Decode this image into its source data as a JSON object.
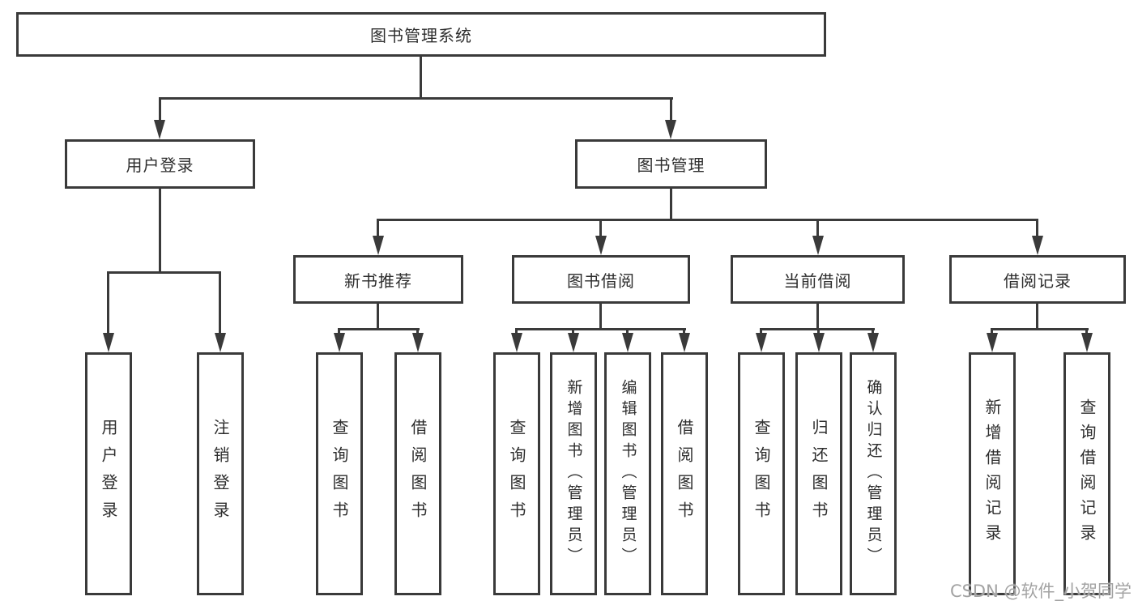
{
  "diagram_type": "hierarchy-tree",
  "colors": {
    "line": "#3a3a3a",
    "box_background": "#ffffff",
    "text": "#2d2d2d",
    "watermark_text": "#a3a3a3"
  },
  "tree": {
    "root": {
      "label": "图书管理系统",
      "children": [
        {
          "label": "用户登录",
          "children": [
            {
              "label": "用户登录"
            },
            {
              "label": "注销登录"
            }
          ]
        },
        {
          "label": "图书管理",
          "children": [
            {
              "label": "新书推荐",
              "children": [
                {
                  "label": "查询图书"
                },
                {
                  "label": "借阅图书"
                }
              ]
            },
            {
              "label": "图书借阅",
              "children": [
                {
                  "label": "查询图书"
                },
                {
                  "label": "新增图书（管理员）"
                },
                {
                  "label": "编辑图书（管理员）"
                },
                {
                  "label": "借阅图书"
                }
              ]
            },
            {
              "label": "当前借阅",
              "children": [
                {
                  "label": "查询图书"
                },
                {
                  "label": "归还图书"
                },
                {
                  "label": "确认归还（管理员）"
                }
              ]
            },
            {
              "label": "借阅记录",
              "children": [
                {
                  "label": "新增借阅记录"
                },
                {
                  "label": "查询借阅记录"
                }
              ]
            }
          ]
        }
      ]
    }
  },
  "watermark": {
    "text": "CSDN @软件_小贺同学"
  }
}
